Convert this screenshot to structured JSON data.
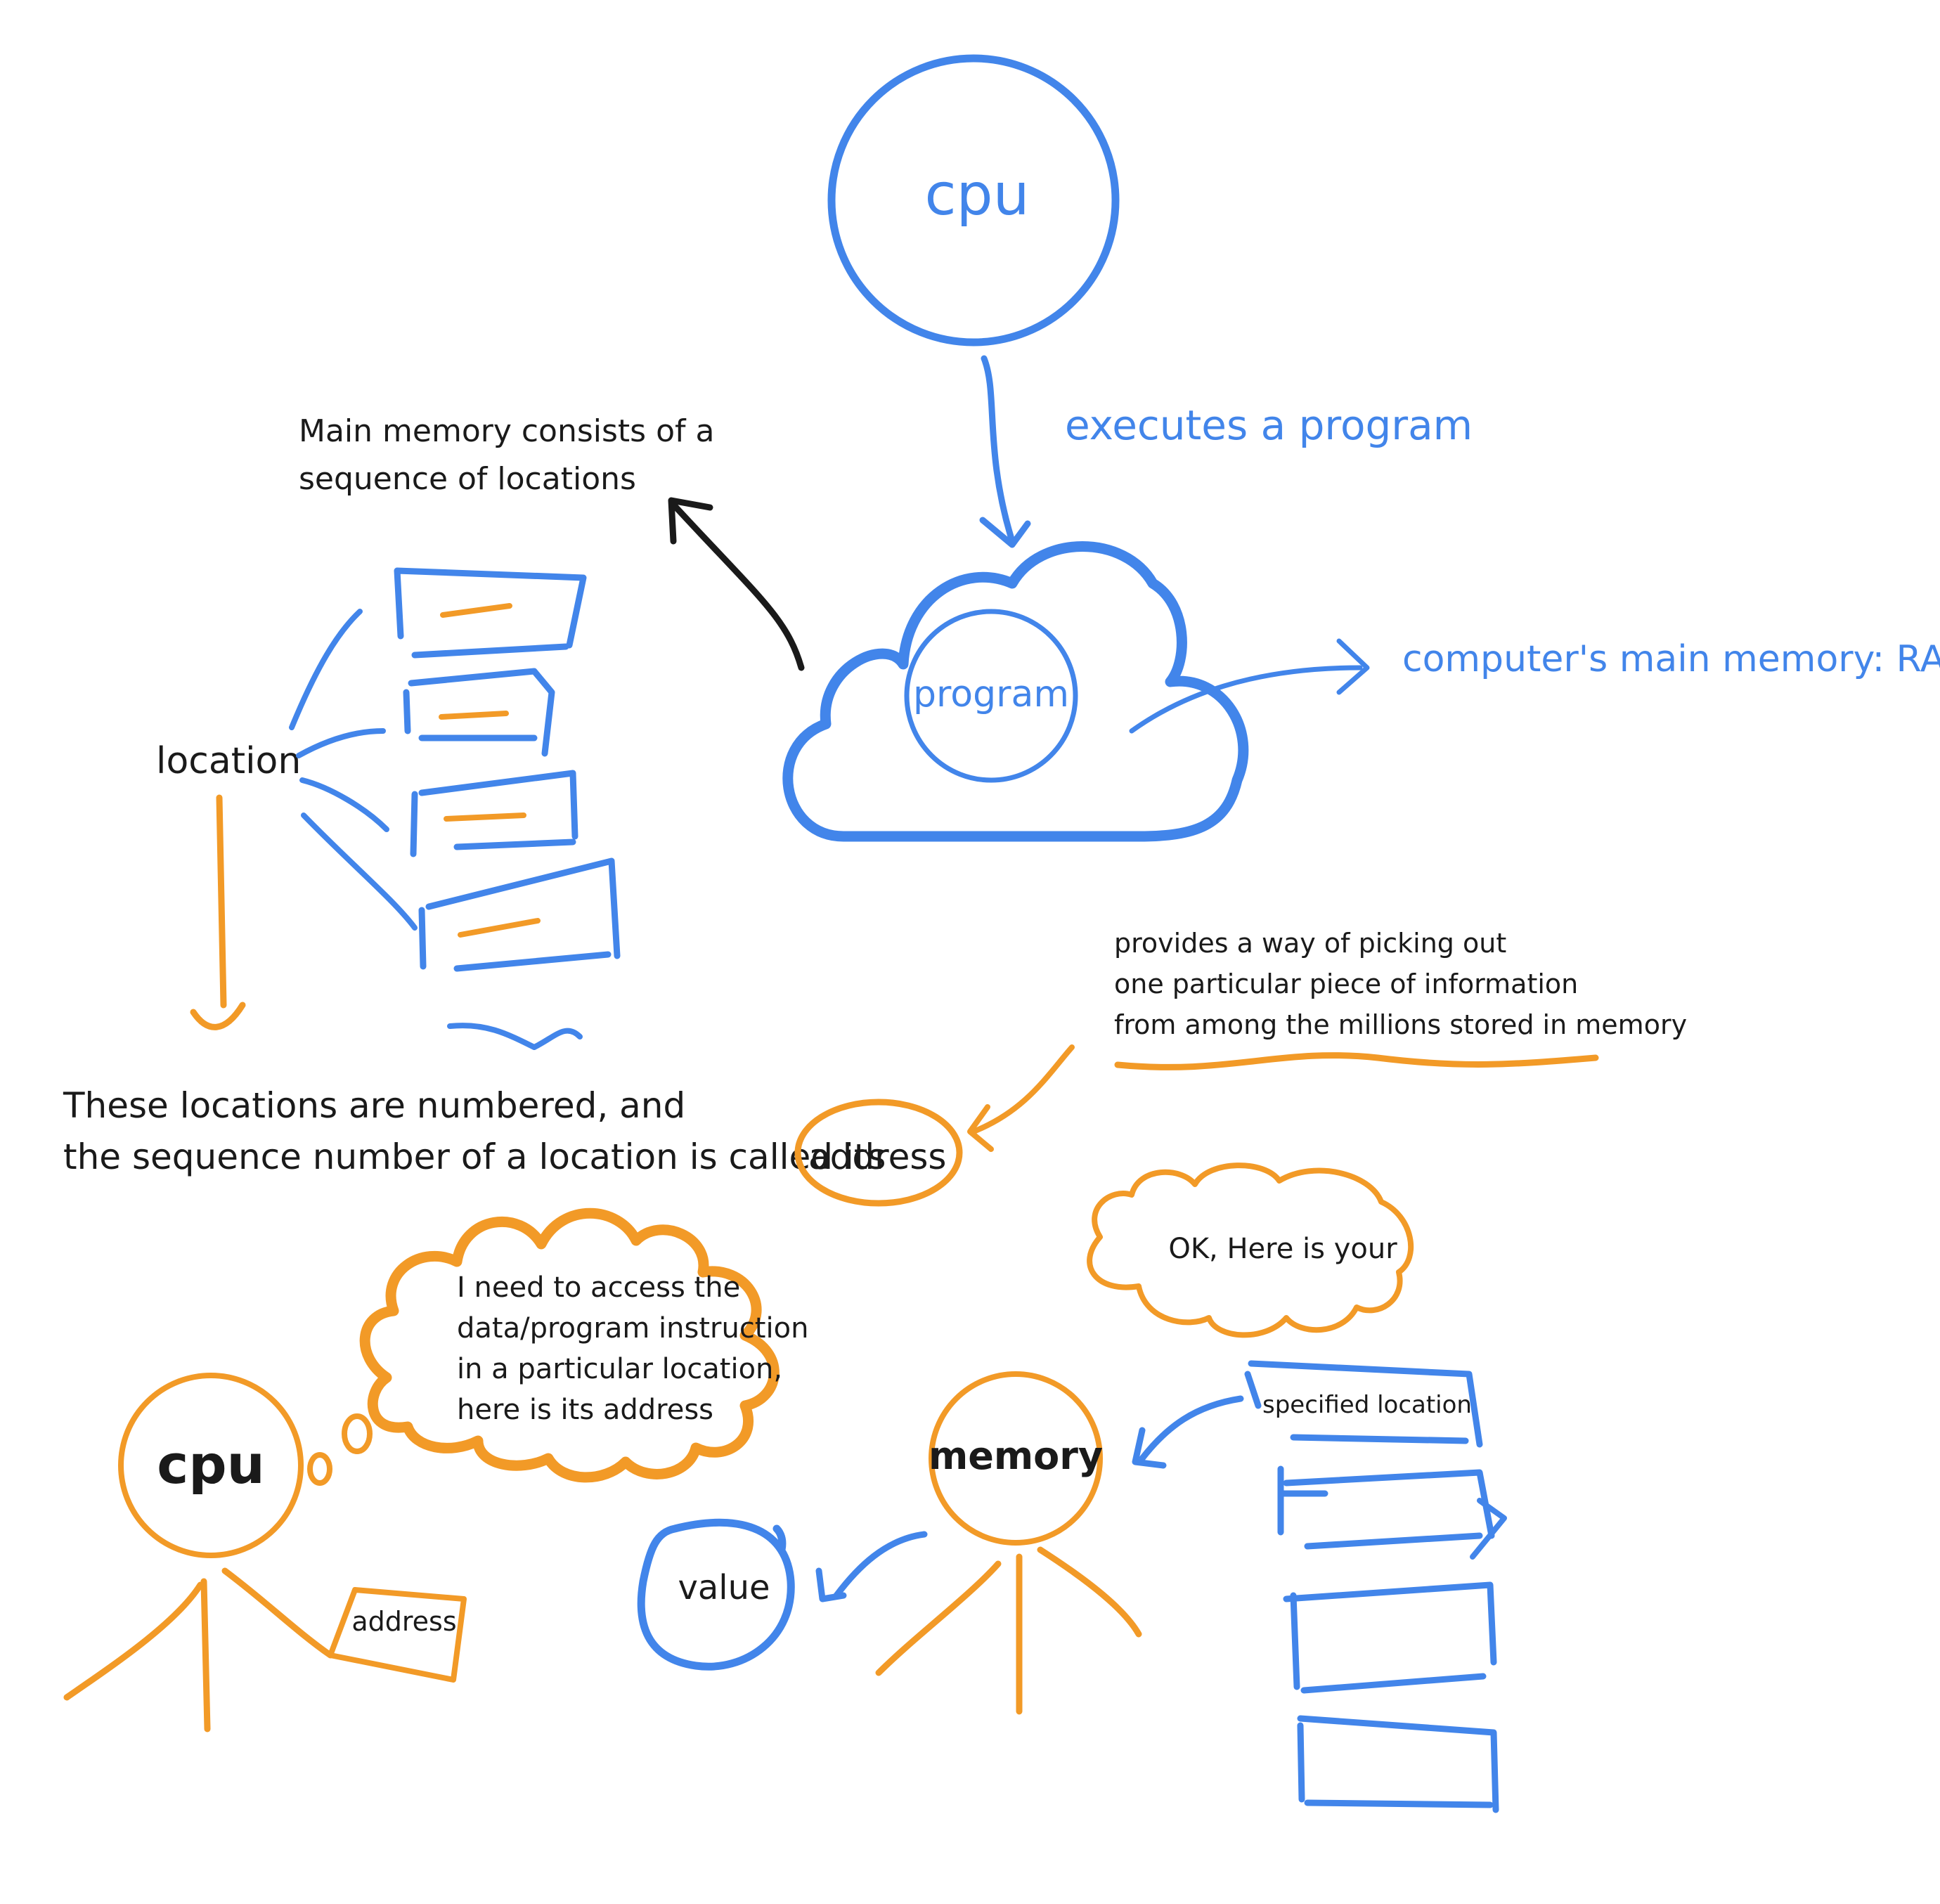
{
  "colors": {
    "blue": "#4285ea",
    "orange": "#f29a27",
    "black": "#1a1a1a",
    "background": "#ffffff"
  },
  "top": {
    "cpu_label": "cpu",
    "executes_label": "executes a program",
    "program_label": "program",
    "ram_label": "computer's main memory: RAM",
    "main_memory_line1": "Main memory consists of a",
    "main_memory_line2": "sequence of locations",
    "location_label": "location"
  },
  "middle": {
    "numbered_line1": "These locations are numbered, and",
    "numbered_line2": "the sequence number of a location is called its",
    "address_word": "address",
    "provides_line1": "provides a way of picking out",
    "provides_line2": "one particular piece of information",
    "provides_line3": "from among the millions stored in memory"
  },
  "bottom": {
    "cpu_label": "cpu",
    "cpu_bubble_line1": "I need to access the",
    "cpu_bubble_line2": "data/program instruction",
    "cpu_bubble_line3": "in a particular location,",
    "cpu_bubble_line4": "here is its address",
    "address_card": "address",
    "memory_label": "memory",
    "memory_bubble": "OK, Here is your",
    "value_label": "value",
    "specified_location": "specified location"
  }
}
